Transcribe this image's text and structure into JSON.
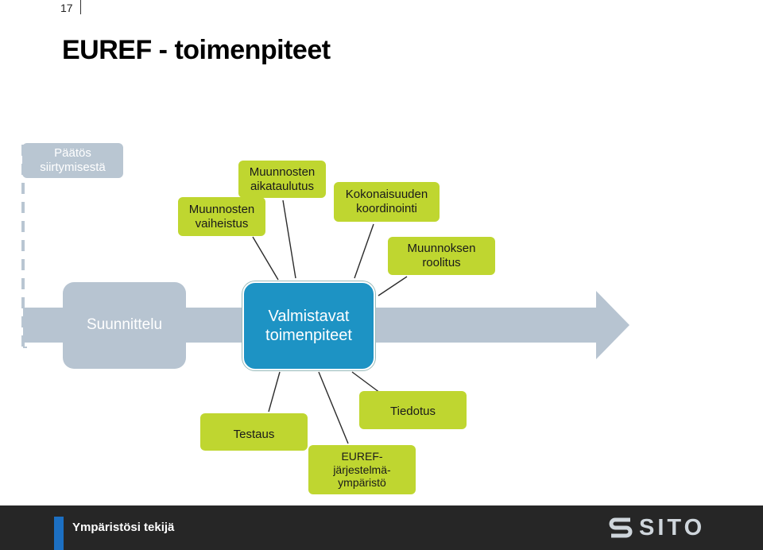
{
  "slide": {
    "page_number": "17",
    "title": "EUREF - toimenpiteet"
  },
  "diagram": {
    "top_label": "Päätös siirtymisestä",
    "planning": "Suunnittelu",
    "center": "Valmistavat toimenpiteet",
    "phasing": "Muunnosten vaiheistus",
    "scheduling": "Muunnosten aikataulutus",
    "coordination": "Kokonaisuuden koordinointi",
    "roles": "Muunnoksen roolitus",
    "testing": "Testaus",
    "communication": "Tiedotus",
    "environment": "EUREF-järjestelmä-ympäristö"
  },
  "footer": {
    "label": "Ympäristösi tekijä",
    "logo_text": "SITO"
  },
  "colors": {
    "green": "#bfd630",
    "blue": "#1d93c4",
    "grey": "#b7c4d1",
    "footer": "#262626",
    "accent": "#1c6fc2"
  }
}
